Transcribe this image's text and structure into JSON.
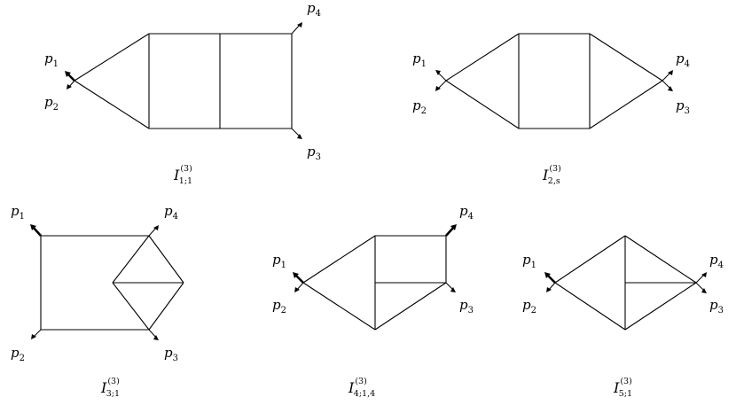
{
  "diagrams": [
    {
      "id": "I11",
      "label": {
        "base": "I",
        "sup": "(3)",
        "sub": "1;1"
      },
      "momenta": [
        {
          "base": "p",
          "sub": "1"
        },
        {
          "base": "p",
          "sub": "2"
        },
        {
          "base": "p",
          "sub": "3"
        },
        {
          "base": "p",
          "sub": "4"
        }
      ]
    },
    {
      "id": "I2s",
      "label": {
        "base": "I",
        "sup": "(3)",
        "sub": "2,s"
      },
      "momenta": [
        {
          "base": "p",
          "sub": "1"
        },
        {
          "base": "p",
          "sub": "2"
        },
        {
          "base": "p",
          "sub": "3"
        },
        {
          "base": "p",
          "sub": "4"
        }
      ]
    },
    {
      "id": "I31",
      "label": {
        "base": "I",
        "sup": "(3)",
        "sub": "3;1"
      },
      "momenta": [
        {
          "base": "p",
          "sub": "1"
        },
        {
          "base": "p",
          "sub": "2"
        },
        {
          "base": "p",
          "sub": "3"
        },
        {
          "base": "p",
          "sub": "4"
        }
      ]
    },
    {
      "id": "I414",
      "label": {
        "base": "I",
        "sup": "(3)",
        "sub": "4;1,4"
      },
      "momenta": [
        {
          "base": "p",
          "sub": "1"
        },
        {
          "base": "p",
          "sub": "2"
        },
        {
          "base": "p",
          "sub": "3"
        },
        {
          "base": "p",
          "sub": "4"
        }
      ]
    },
    {
      "id": "I51",
      "label": {
        "base": "I",
        "sup": "(3)",
        "sub": "5;1"
      },
      "momenta": [
        {
          "base": "p",
          "sub": "1"
        },
        {
          "base": "p",
          "sub": "2"
        },
        {
          "base": "p",
          "sub": "3"
        },
        {
          "base": "p",
          "sub": "4"
        }
      ]
    }
  ]
}
